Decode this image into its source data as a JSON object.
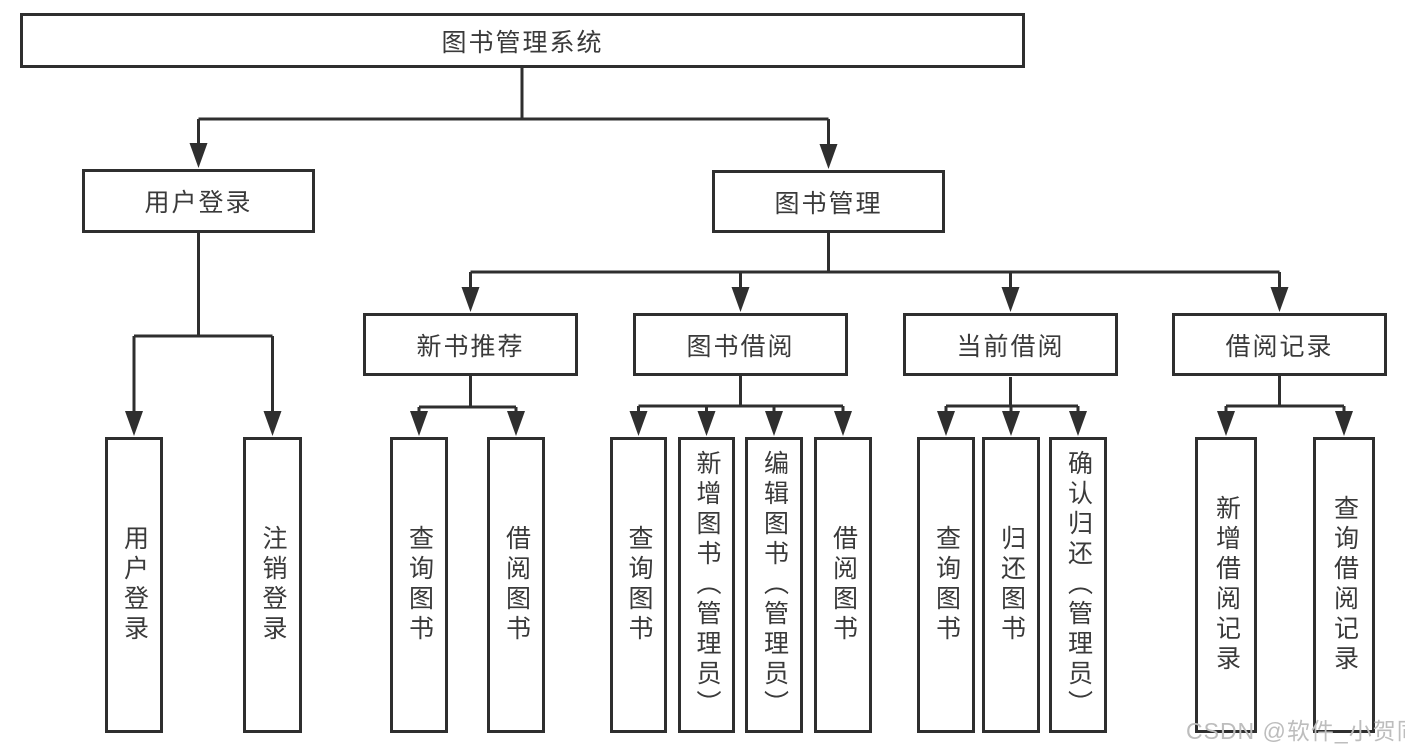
{
  "colors": {
    "line": "#2f2f2f",
    "box_border": "#2f2f2f",
    "box_fill": "#ffffff",
    "text": "#3a3a3a",
    "watermark": "#bdbdbd",
    "background": "#ffffff"
  },
  "tree": {
    "root": {
      "label": "图书管理系统"
    },
    "branches": [
      {
        "label": "用户登录",
        "children": [
          {
            "label": "用户登录"
          },
          {
            "label": "注销登录"
          }
        ]
      },
      {
        "label": "图书管理",
        "children": [
          {
            "label": "新书推荐",
            "children": [
              {
                "label": "查询图书"
              },
              {
                "label": "借阅图书"
              }
            ]
          },
          {
            "label": "图书借阅",
            "children": [
              {
                "label": "查询图书"
              },
              {
                "label": "新增图书（管理员）"
              },
              {
                "label": "编辑图书（管理员）"
              },
              {
                "label": "借阅图书"
              }
            ]
          },
          {
            "label": "当前借阅",
            "children": [
              {
                "label": "查询图书"
              },
              {
                "label": "归还图书"
              },
              {
                "label": "确认归还（管理员）"
              }
            ]
          },
          {
            "label": "借阅记录",
            "children": [
              {
                "label": "新增借阅记录"
              },
              {
                "label": "查询借阅记录"
              }
            ]
          }
        ]
      }
    ]
  },
  "watermark": {
    "text": "CSDN @软件_小贺同学"
  }
}
